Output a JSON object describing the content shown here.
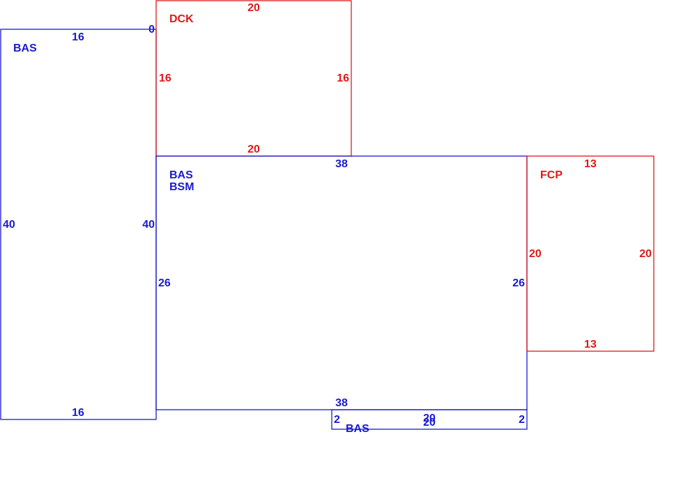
{
  "colors": {
    "living": "#1a1ad0",
    "exterior": "#e01818"
  },
  "areas": [
    {
      "id": "bas-left",
      "color": "living",
      "labels": [
        "BAS"
      ],
      "dims": {
        "top": "16",
        "bottom": "16",
        "left": "40",
        "right": "40",
        "corner": "0"
      }
    },
    {
      "id": "dck",
      "color": "exterior",
      "labels": [
        "DCK"
      ],
      "dims": {
        "top": "20",
        "bottom": "20",
        "left": "16",
        "right": "16"
      }
    },
    {
      "id": "bas-bsm",
      "color": "living",
      "labels": [
        "BAS",
        "BSM"
      ],
      "dims": {
        "top": "38",
        "bottom": "38",
        "left": "26",
        "right": "26"
      }
    },
    {
      "id": "fcp",
      "color": "exterior",
      "labels": [
        "FCP"
      ],
      "dims": {
        "top": "13",
        "bottom": "13",
        "left": "20",
        "right": "20"
      }
    },
    {
      "id": "bas-strip",
      "color": "living",
      "labels": [
        "BAS"
      ],
      "dims": {
        "top": "20",
        "bottom": "20",
        "left": "2",
        "right": "2"
      }
    }
  ]
}
